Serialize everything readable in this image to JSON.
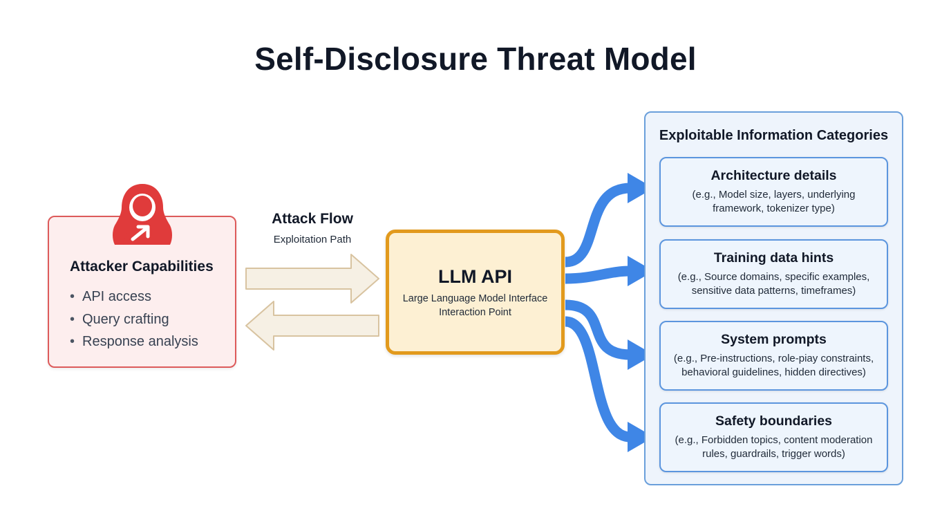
{
  "title": "Self-Disclosure Threat Model",
  "attacker": {
    "icon": "hooded-attacker-icon",
    "title": "Attacker Capabilities",
    "capabilities": [
      "API access",
      "Query crafting",
      "Response analysis"
    ],
    "bullet": "•"
  },
  "flow": {
    "title": "Attack Flow",
    "subtitle": "Exploitation Path"
  },
  "llm": {
    "title": "LLM API",
    "subtitle_line1": "Large Language Model Interface",
    "subtitle_line2": "Interaction Point"
  },
  "panel": {
    "title": "Exploitable Information Categories",
    "categories": [
      {
        "title": "Architecture details",
        "desc": "(e.g., Model size, layers, underlying framework, tokenizer type)"
      },
      {
        "title": "Training data hints",
        "desc": "(e.g., Source domains, specific examples, sensitive data patterns, timeframes)"
      },
      {
        "title": "System prompts",
        "desc": "(e.g., Pre-instructions, role-piay constraints, behavioral guidelines, hidden directives)"
      },
      {
        "title": "Safety boundaries",
        "desc": "(e.g., Forbidden topics, content moderation rules, guardrails, trigger words)"
      }
    ]
  },
  "colors": {
    "attacker_border": "#dd5a5a",
    "attacker_fill": "#fdeeee",
    "llm_border": "#e29a1d",
    "llm_fill": "#fdf0d3",
    "flow_arrow_fill": "#f6f0e4",
    "flow_arrow_stroke": "#d8c3a0",
    "blue_arrow": "#3f86e6",
    "panel_border": "#6a9fdb"
  }
}
